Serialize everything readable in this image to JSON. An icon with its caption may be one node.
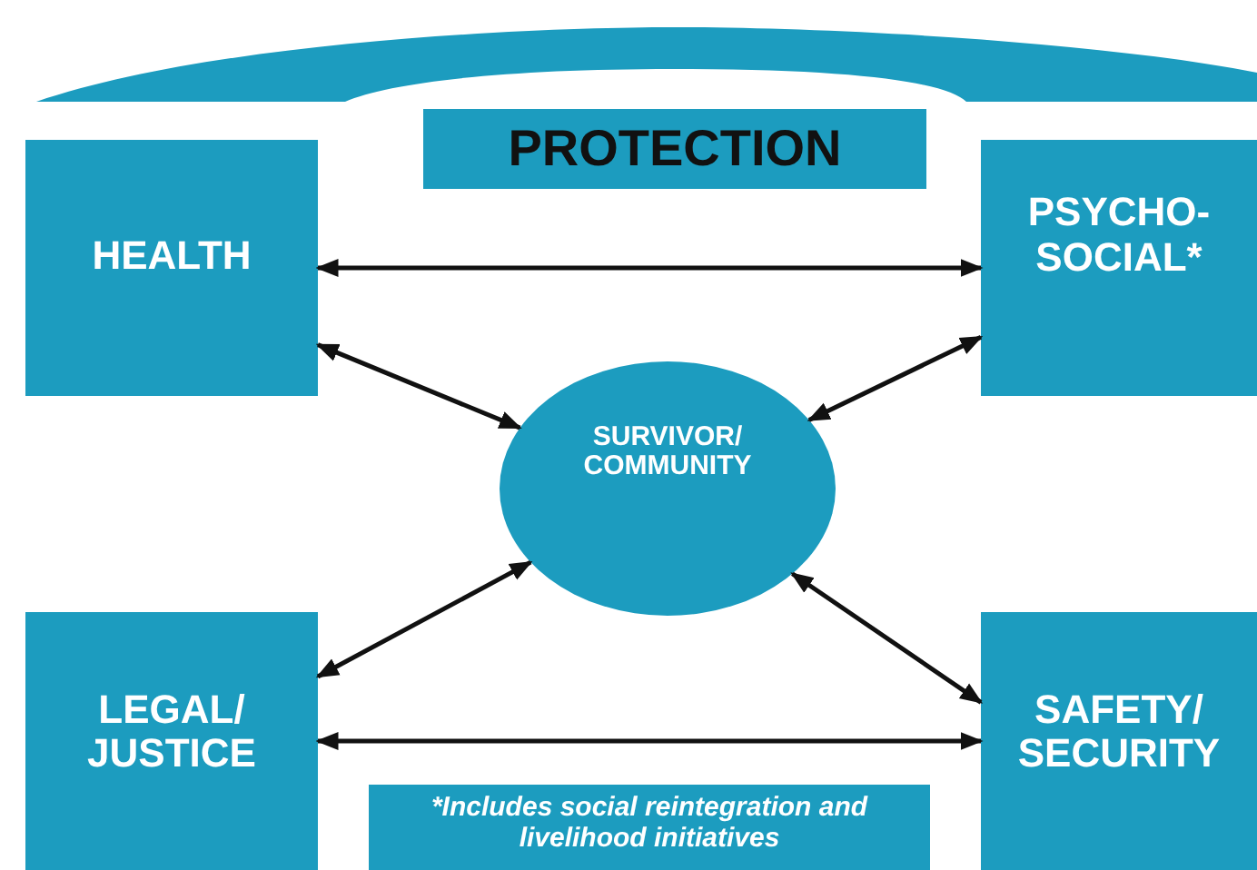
{
  "diagram": {
    "nodes": [
      {
        "text": [
          "PROTECTION"
        ]
      },
      {
        "text": [
          "HEALTH"
        ]
      },
      {
        "text": [
          "PSYCHO- SOCIAL*"
        ]
      },
      {
        "text": [
          "SURVIVOR/ COMMUNITY"
        ]
      },
      {
        "text": [
          "LEGAL/ JUSTICE"
        ]
      },
      {
        "text": [
          "SAFETY/ SECURITY"
        ]
      },
      {
        "text": [
          "*Includes social reintegration and livelihood initiatives"
        ]
      },
      {
        "text": [],
        "shape": "arch"
      }
    ],
    "edges": [
      {
        "from": 1,
        "to": 2,
        "arrow": "both"
      },
      {
        "from": 1,
        "to": 3,
        "arrow": "both"
      },
      {
        "from": 2,
        "to": 3,
        "arrow": "both"
      },
      {
        "from": 3,
        "to": 4,
        "arrow": "both"
      },
      {
        "from": 3,
        "to": 5,
        "arrow": "both"
      },
      {
        "from": 4,
        "to": 5,
        "arrow": "both"
      }
    ]
  }
}
